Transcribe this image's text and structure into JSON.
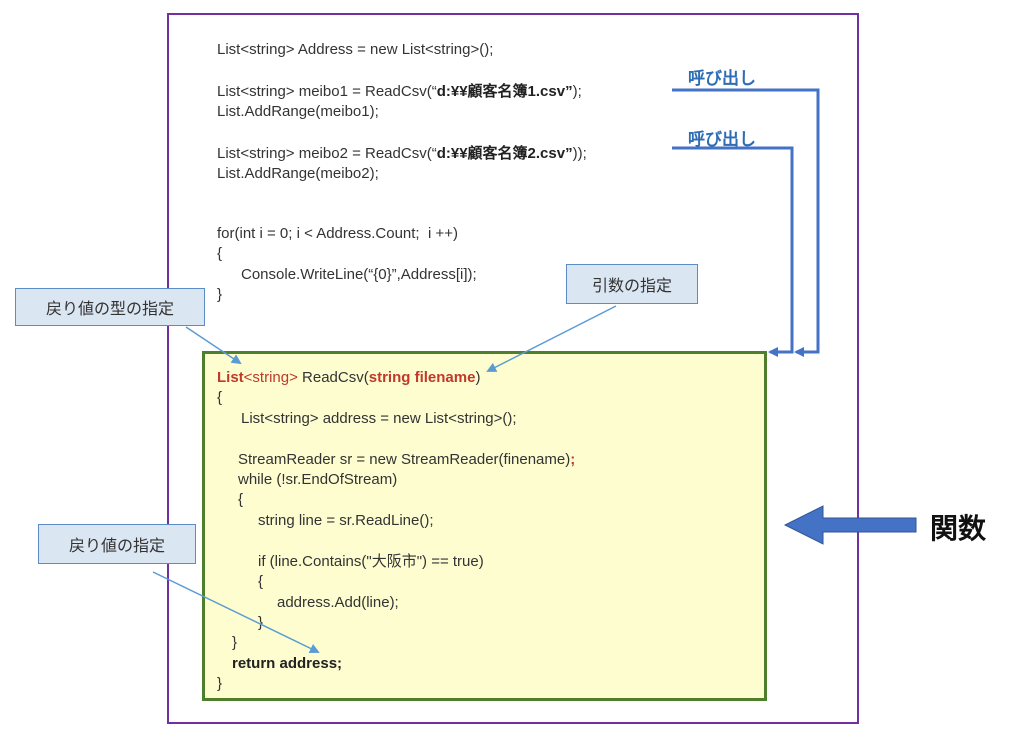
{
  "main_code": {
    "line1": "List<string> Address = new List<string>();",
    "line2_prefix": "List<string> meibo1 = ReadCsv(“",
    "line2_arg": "d:¥¥顧客名簿1.csv”",
    "line2_suffix": ");",
    "line3": "List.AddRange(meibo1);",
    "line4_prefix": "List<string> meibo2 = ReadCsv(“",
    "line4_arg": "d:¥¥顧客名簿2.csv”",
    "line4_suffix": "));",
    "line5": "List.AddRange(meibo2);",
    "line6": "for(int i = 0; i < Address.Count;  i ++)",
    "line7": "{",
    "line8": "Console.WriteLine(“{0}”,Address[i]);",
    "line9": "}"
  },
  "func_code": {
    "sig_type_a": "List",
    "sig_type_b": "<string>",
    "sig_name": " ReadCsv(",
    "sig_param": "string filename",
    "sig_close": ")",
    "l1": "{",
    "l2": "List<string> address = new List<string>();",
    "l3_main": "StreamReader sr = new StreamReader(finename)",
    "l3_semi": ";",
    "l4": "while (!sr.EndOfStream)",
    "l5": "{",
    "l6": "string line = sr.ReadLine();",
    "l7": "if (line.Contains(\"大阪市\") == true)",
    "l8": "{",
    "l9": "address.Add(line);",
    "l10": "}",
    "l11": "}",
    "l12": "return address;",
    "l13": "}"
  },
  "annotations": {
    "call_1": "呼び出し",
    "call_2": "呼び出し",
    "return_type_spec": "戻り値の型の指定",
    "argument_spec": "引数の指定",
    "return_value_spec": "戻り値の指定",
    "function": "関数"
  },
  "colors": {
    "outer_border": "#7030a0",
    "function_fill": "#fdfdd0",
    "function_border": "#4e7f2d",
    "arrow_blue": "#4472c4",
    "keyword_red": "#c0392b"
  }
}
